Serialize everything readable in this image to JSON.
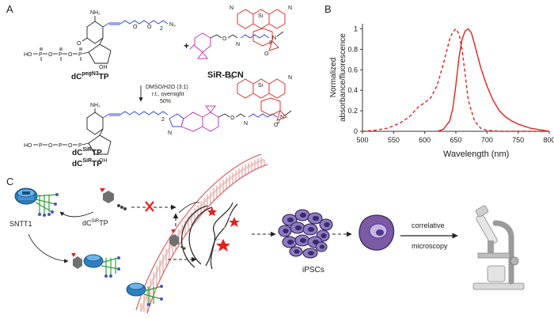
{
  "panels": {
    "a": "A",
    "b": "B",
    "c": "C"
  },
  "colors": {
    "red": "#e3211c",
    "blue": "#2f7fc1",
    "magenta": "#c43ab6",
    "navy": "#3a4bd8",
    "purple": "#4b3a8c",
    "green": "#2f9e3a",
    "grey": "#707070"
  },
  "panel_a": {
    "reactant1_label_main": "dC",
    "reactant1_label_sup": "pegN3",
    "reactant1_label_end": "TP",
    "plus": "+",
    "reactant2_label": "SiR-BCN",
    "conditions": [
      "DMSO/H2O (3:1)",
      "r.t., overnight",
      "50%"
    ],
    "product_label_main": "dC",
    "product_label_sup": "SiR",
    "product_label_end": "TP",
    "atoms": {
      "N": "N",
      "O": "O",
      "NH2": "NH₂",
      "OH": "OH",
      "HO": "HO",
      "P": "P",
      "Si": "Si",
      "H": "H",
      "N3": "N₃",
      "n2": "2"
    }
  },
  "panel_b": {
    "xlabel": "Wavelength (nm)",
    "ylabel_line1": "Normalized",
    "ylabel_line2": "absorbance/fluorescence",
    "x_ticks": [
      "500",
      "550",
      "600",
      "650",
      "700",
      "750",
      "800"
    ],
    "y_ticks": [
      "0",
      "0.2",
      "0.4",
      "0.6",
      "0.8",
      "1"
    ]
  },
  "chart_data": {
    "type": "line",
    "title": "",
    "xlabel": "Wavelength (nm)",
    "ylabel": "Normalized absorbance/fluorescence",
    "xlim": [
      500,
      800
    ],
    "ylim": [
      0,
      1.05
    ],
    "grid": false,
    "series": [
      {
        "style": "dashed",
        "color": "#e3211c",
        "x": [
          500,
          520,
          540,
          560,
          575,
          590,
          600,
          610,
          620,
          630,
          640,
          645,
          650,
          655,
          660,
          665,
          670,
          680,
          690,
          700,
          720,
          750,
          800
        ],
        "y": [
          0.0,
          0.01,
          0.03,
          0.08,
          0.14,
          0.24,
          0.28,
          0.33,
          0.45,
          0.66,
          0.9,
          0.97,
          1.0,
          0.95,
          0.8,
          0.55,
          0.3,
          0.1,
          0.03,
          0.01,
          0.0,
          0.0,
          0.0
        ]
      },
      {
        "style": "solid",
        "color": "#e3211c",
        "x": [
          620,
          630,
          640,
          645,
          650,
          655,
          660,
          665,
          670,
          675,
          680,
          690,
          700,
          710,
          720,
          730,
          740,
          750,
          770,
          790,
          800
        ],
        "y": [
          0.0,
          0.02,
          0.1,
          0.22,
          0.45,
          0.72,
          0.9,
          0.98,
          1.0,
          0.96,
          0.85,
          0.62,
          0.44,
          0.3,
          0.2,
          0.14,
          0.1,
          0.07,
          0.03,
          0.01,
          0.0
        ]
      }
    ]
  },
  "panel_c": {
    "sntt1_label": "SNTT1",
    "dc_label_main": "dC",
    "dc_label_sup": "SiR",
    "dc_label_end": "TP",
    "ipsc_label": "iPSCs",
    "arrow_top_label": "correlative",
    "arrow_bottom_label": "microscopy"
  }
}
